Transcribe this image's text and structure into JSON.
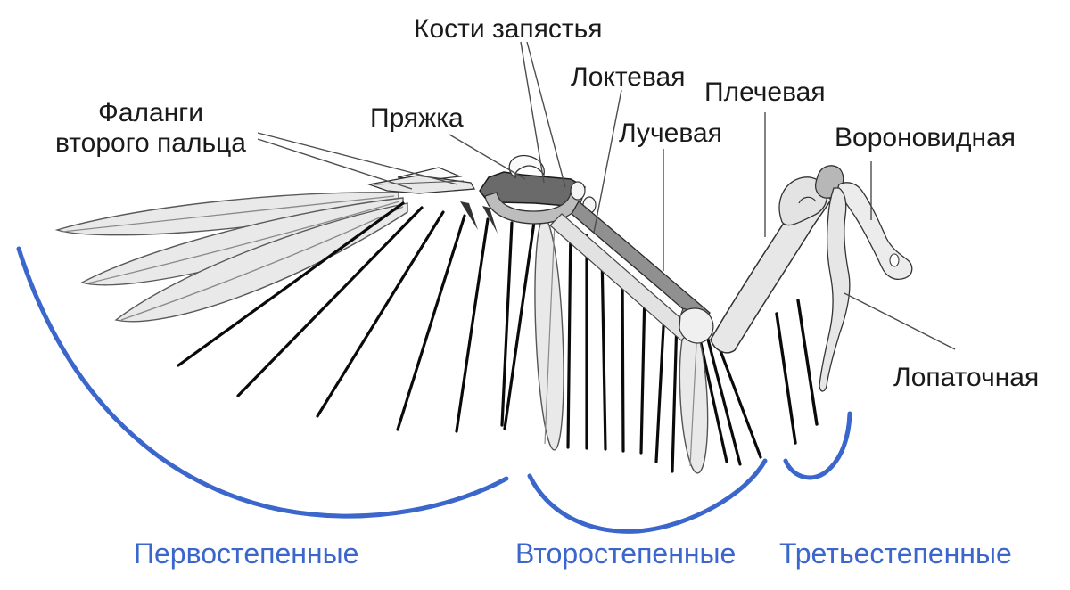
{
  "colors": {
    "accent_blue": "#3b66cc",
    "bone_dark_gray": "#6a6a6a",
    "bone_mid_gray": "#bdbdbd",
    "bone_light_gray": "#e7e7e7",
    "feather_fill": "#e9e9e9",
    "rachis_black": "#0a0a0a",
    "leader_line": "#4d4d4d",
    "label_text": "#1a1a1a"
  },
  "bone_labels": {
    "carpal_bones": "Кости запястья",
    "buckle": "Пряжка",
    "ulna": "Локтевая",
    "radius": "Лучевая",
    "humerus": "Плечевая",
    "coracoid": "Вороновидная",
    "scapula": "Лопаточная",
    "phalanges_line1": "Фаланги",
    "phalanges_line2": "второго пальца"
  },
  "feather_group_labels": {
    "primaries": "Первостепенные",
    "secondaries": "Второстепенные",
    "tertiaries": "Третьестепенные"
  }
}
